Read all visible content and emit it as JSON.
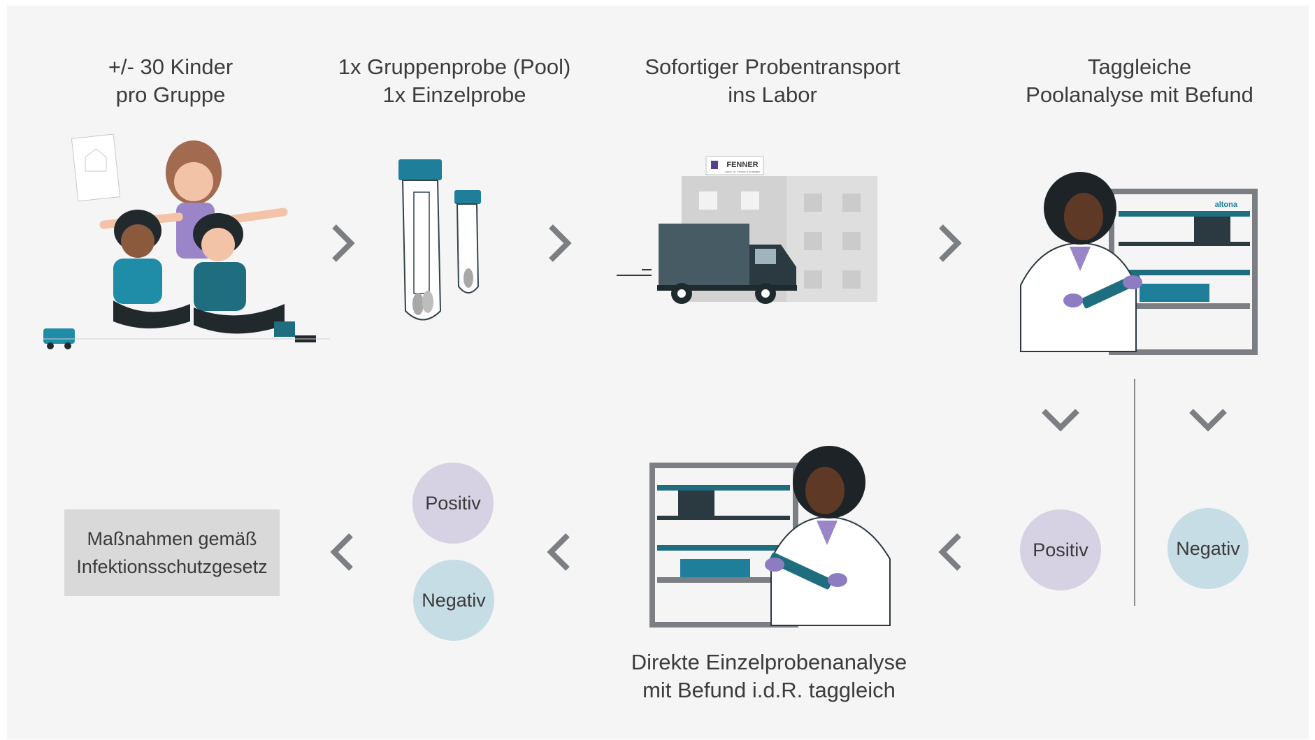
{
  "colors": {
    "background": "#f5f5f5",
    "chevron": "#7b7e82",
    "positive": "#d7d1e4",
    "negative": "#c7dde6",
    "teal": "#1f7e9a",
    "dark": "#2b3a40",
    "purple": "#8e7cc3"
  },
  "steps": {
    "group": "+/- 30 Kinder\npro Gruppe",
    "sample": "1x Gruppenprobe (Pool)\n1x Einzelprobe",
    "transport": "Sofortiger Probentransport\nins Labor",
    "pool_analysis": "Taggleiche\nPoolanalyse mit Befund",
    "single_analysis": "Direkte Einzelprobenanalyse\nmit Befund i.d.R. taggleich"
  },
  "results": {
    "positive": "Positiv",
    "negative": "Negativ"
  },
  "measures_box": "Maßnahmen gemäß\nInfektionsschutzgesetz",
  "lab_sign": {
    "name": "FENNER",
    "sub": "Labor Dr. Fenner & Kollegen"
  },
  "machine_brand": "altona",
  "icons": [
    "children-illustration",
    "swab-tubes-illustration",
    "truck-lab-illustration",
    "scientist-pcr-illustration",
    "chevron-right-icon",
    "chevron-down-icon",
    "chevron-left-icon"
  ]
}
